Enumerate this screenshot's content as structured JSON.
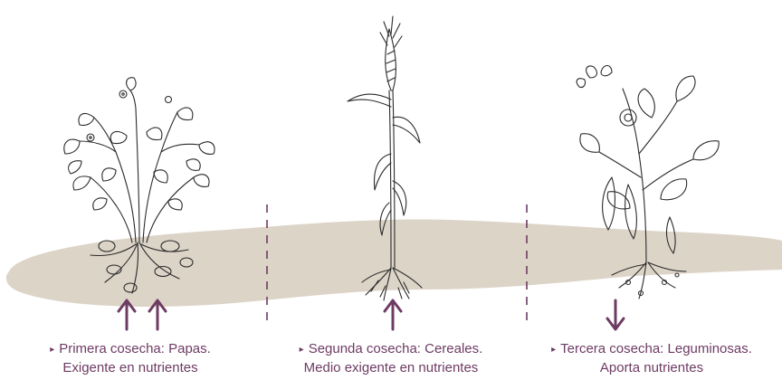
{
  "colors": {
    "soil": "#ddd4c8",
    "accent": "#6d3b63",
    "ink": "#2b2b2b",
    "background": "#ffffff"
  },
  "bullet_glyph": "▸",
  "stages": [
    {
      "plant": "potato-plant",
      "line1": "Primera cosecha: Papas.",
      "line2": "Exigente en nutrientes",
      "nutrient_flow": "up",
      "arrows": 2
    },
    {
      "plant": "cereal-plant",
      "line1": "Segunda cosecha: Cereales.",
      "line2": "Medio exigente en nutrientes",
      "nutrient_flow": "up",
      "arrows": 1
    },
    {
      "plant": "legume-plant",
      "line1": "Tercera cosecha: Leguminosas.",
      "line2": "Aporta nutrientes",
      "nutrient_flow": "down",
      "arrows": 1
    }
  ]
}
